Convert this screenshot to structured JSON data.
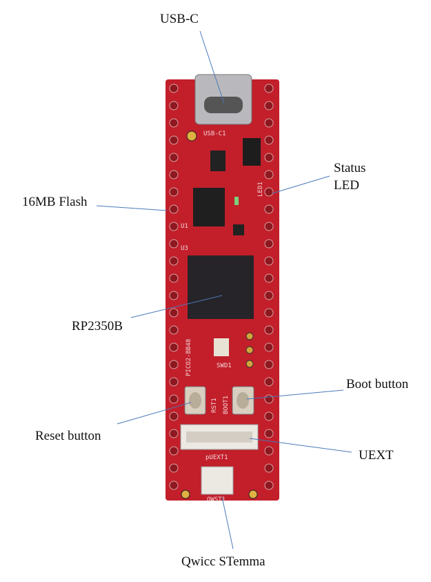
{
  "labels": {
    "usb_c": "USB-C",
    "status_led_line1": "Status",
    "status_led_line2": "LED",
    "flash": "16MB Flash",
    "rp2350b": "RP2350B",
    "boot_button": "Boot button",
    "reset_button": "Reset button",
    "uext": "UEXT",
    "qwiic": "Qwicc STemma"
  },
  "silkscreen": {
    "usb": "USB-C1",
    "led": "LED1",
    "u1": "U1",
    "u3": "U3",
    "board": "PICO2-BB48",
    "rst": "RST1",
    "boot": "BOOT1",
    "swd": "SWD1",
    "uext": "pUEXT1",
    "qwst": "QWST1"
  },
  "colors": {
    "board": "#c21f2b",
    "leader": "#4a78b8"
  }
}
